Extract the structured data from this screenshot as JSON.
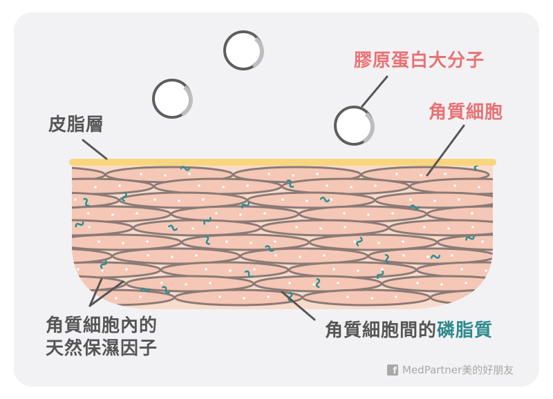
{
  "labels": {
    "sebum": "皮脂層",
    "collagen": "膠原蛋白大分子",
    "corneocyte": "角質細胞",
    "nmf_line1": "角質細胞內的",
    "nmf_line2": "天然保濕因子",
    "lipid_prefix": "角質細胞間的",
    "lipid_highlight": "磷脂質"
  },
  "watermark": {
    "icon": "f",
    "text": "MedPartner美的好朋友"
  },
  "colors": {
    "card": "#f2f2f4",
    "sebum_strip": "#f9d57e",
    "skin_fill": "#f8dccb",
    "cell_fill": "#f5c7b6",
    "cell_outline": "#8b7a76",
    "nmf_squiggle": "#2a8e90",
    "text_dark": "#555555",
    "text_pink": "#ea7072",
    "text_teal": "#2f8a8c"
  }
}
